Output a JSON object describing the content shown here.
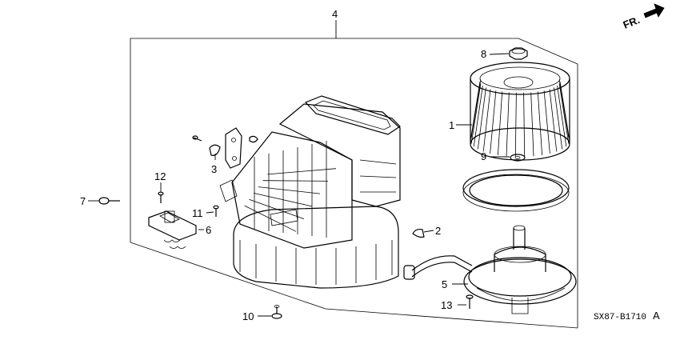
{
  "orientation": {
    "label": "FR.",
    "icon": "arrow-right-icon"
  },
  "callouts": {
    "c1": "1",
    "c2": "2",
    "c3": "3",
    "c4": "4",
    "c5": "5",
    "c6": "6",
    "c7": "7",
    "c8": "8",
    "c9": "9",
    "c10": "10",
    "c11": "11",
    "c12": "12",
    "c13": "13"
  },
  "diagram_code": "SX87-B1710",
  "diagram_suffix": "A"
}
